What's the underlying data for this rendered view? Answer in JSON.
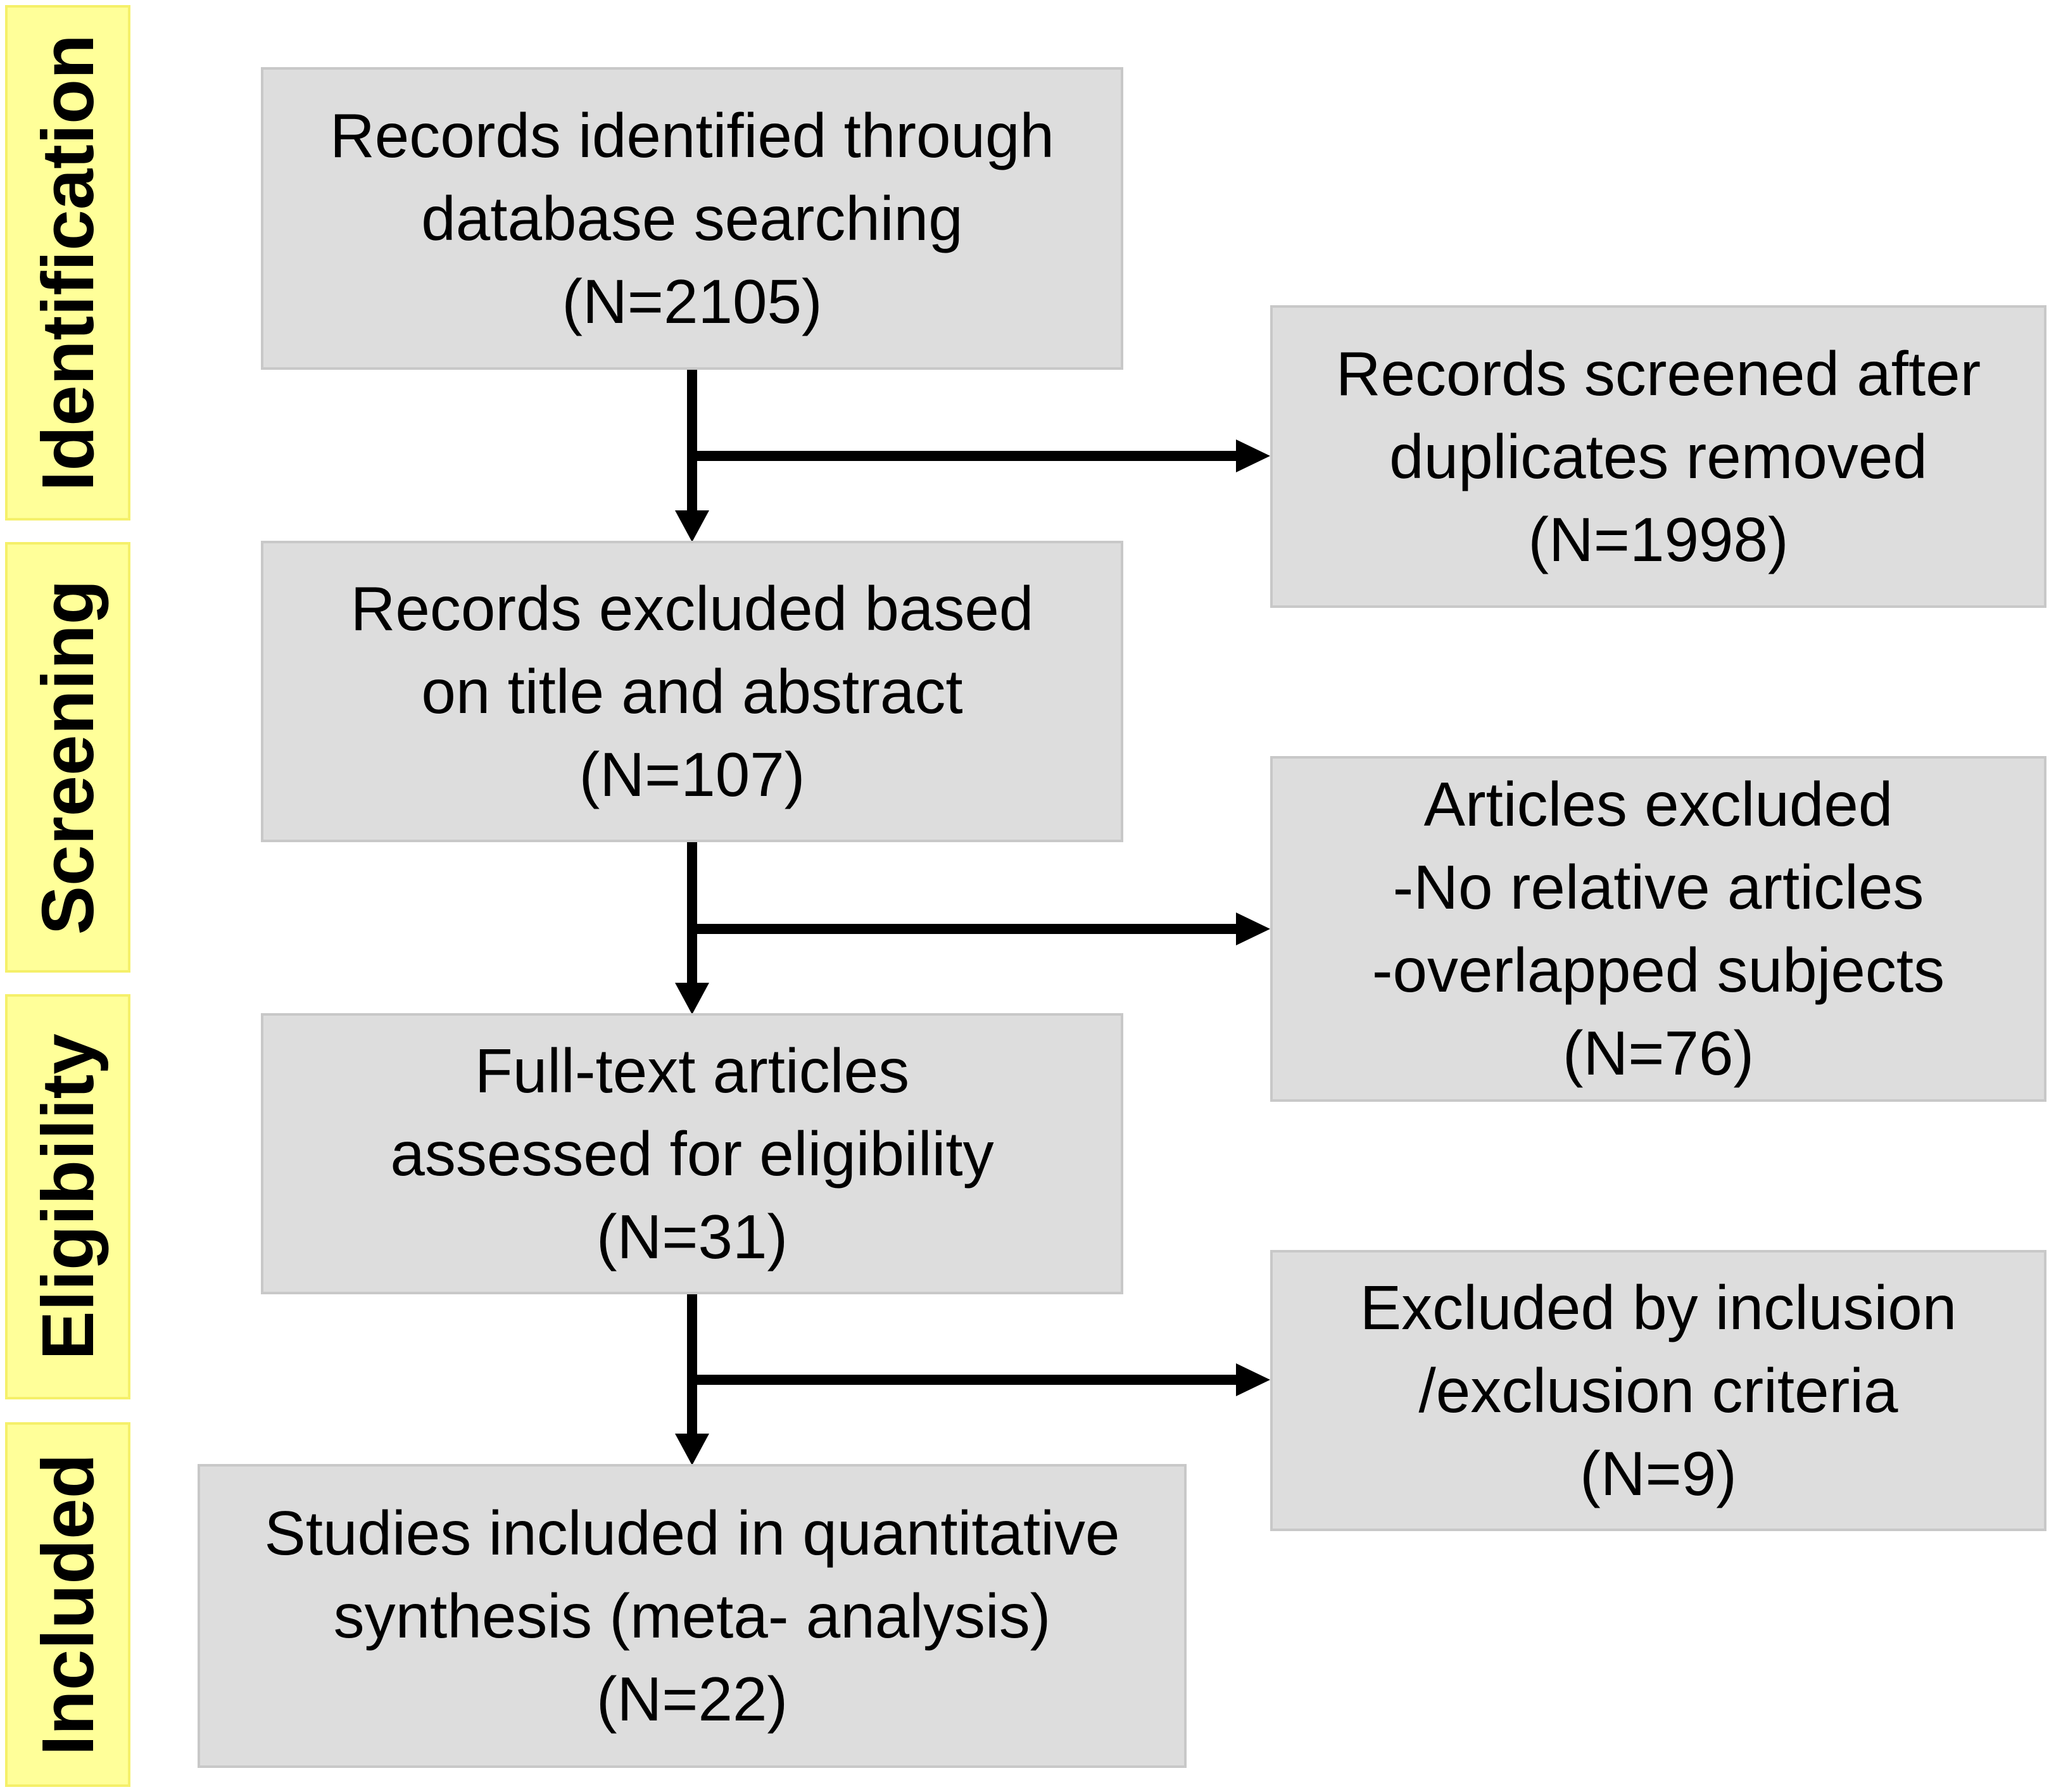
{
  "phases": [
    {
      "label": "Identification"
    },
    {
      "label": "Screening"
    },
    {
      "label": "Eligibility"
    },
    {
      "label": "Included"
    }
  ],
  "boxes": {
    "identified": {
      "lines": [
        "Records identified through",
        "database searching",
        "(N=2105)"
      ]
    },
    "screened": {
      "lines": [
        "Records screened after",
        "duplicates removed",
        "(N=1998)"
      ]
    },
    "excluded_title": {
      "lines": [
        "Records excluded based",
        "on title and abstract",
        "(N=107)"
      ]
    },
    "articles_excluded": {
      "lines": [
        "Articles excluded",
        "-No relative articles",
        "-overlapped subjects",
        "(N=76)"
      ]
    },
    "fulltext": {
      "lines": [
        "Full-text articles",
        "assessed for eligibility",
        "(N=31)"
      ]
    },
    "criteria_excluded": {
      "lines": [
        "Excluded by inclusion",
        "/exclusion criteria",
        "(N=9)"
      ]
    },
    "included": {
      "lines": [
        "Studies included in quantitative",
        "synthesis (meta- analysis)",
        "(N=22)"
      ]
    }
  },
  "colors": {
    "phase_fill": "#ffff99",
    "phase_border": "#f5f06a",
    "box_fill": "#dddddd",
    "box_border": "#c8c8c8",
    "arrow": "#000000"
  }
}
